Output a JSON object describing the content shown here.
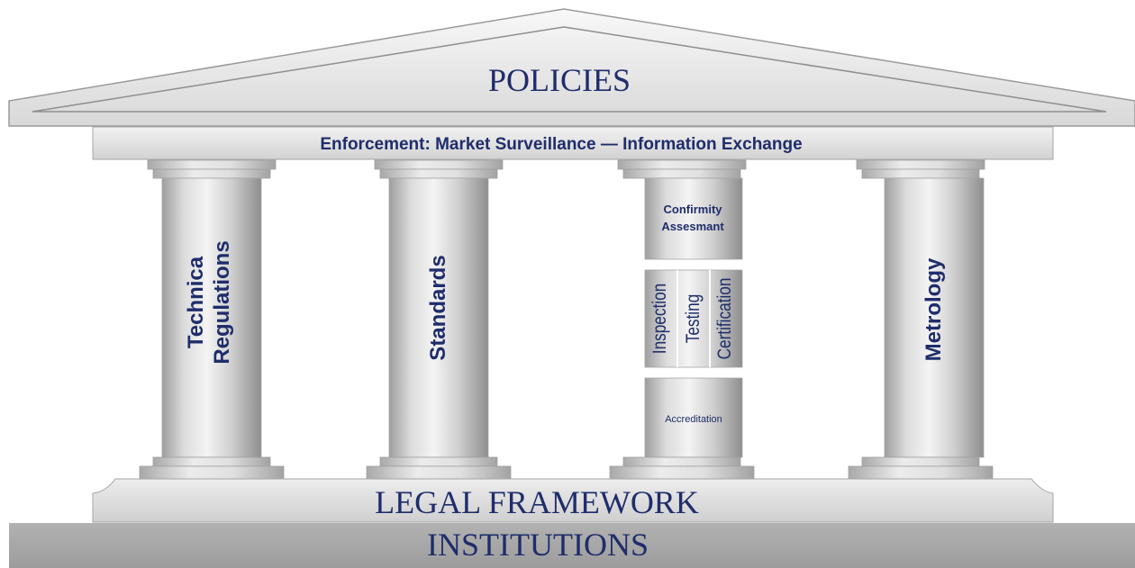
{
  "roof": {
    "title": "POLICIES"
  },
  "entablature": {
    "label": "Enforcement: Market Surveillance — Information Exchange"
  },
  "pillars": {
    "technical": {
      "line1": "Technica",
      "line2": "Regulations"
    },
    "standards": {
      "label": "Standards"
    },
    "conformity": {
      "top": {
        "line1": "Confirmity",
        "line2": "Assesmant"
      },
      "middle": {
        "inspection": "Inspection",
        "testing": "Testing",
        "certification": "Certification"
      },
      "bottom": "Accreditation"
    },
    "metrology": {
      "label": "Metrology"
    }
  },
  "base": {
    "legal": "LEGAL FRAMEWORK",
    "institutions": "INSTITUTIONS"
  },
  "colors": {
    "text": "#1f2d6b",
    "stone_light": "#f2f2f2",
    "stone_mid": "#d4d4d4",
    "stone_dark": "#9a9a9a",
    "institutions_band": "#a8a8a8"
  }
}
